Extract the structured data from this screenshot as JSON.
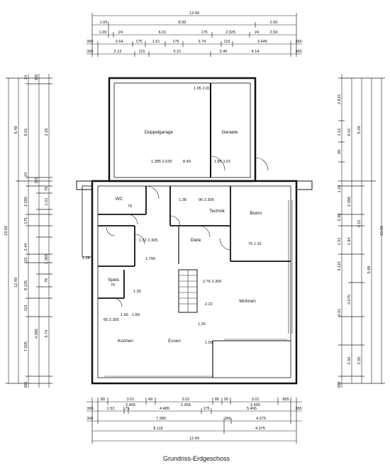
{
  "caption": "Grundriss-Erdgeschoss",
  "rooms": {
    "garage": "Doppelgarage",
    "geraete": "Geraete",
    "wc": "WC",
    "technik": "Technik",
    "buero": "Buero",
    "diele": "Diele",
    "speis": "Speis",
    "wohnen": "Wohnen",
    "kochen": "Kochen",
    "essen": "Essen"
  },
  "dims_top": {
    "r1": [
      "12.49"
    ],
    "r2": [
      "1.00",
      "8.99",
      "2.50"
    ],
    "r3": [
      "1.00",
      "24",
      "6.01",
      "175",
      "2.325",
      "24",
      "2.50"
    ],
    "r4": [
      "365",
      "2.64",
      "175",
      "1.51",
      "175",
      "3.70",
      "115",
      "3.445",
      "365"
    ],
    "r5": [
      "365",
      "2.12",
      "115",
      "5.21",
      "3.45",
      "4.14",
      "365"
    ]
  },
  "dims_bottom": {
    "r1": [
      "80",
      "3.01",
      "49",
      "3.01",
      "80",
      "50",
      "3.01",
      "865"
    ],
    "r1b": [
      "2.455",
      "2.455",
      "2.455"
    ],
    "r2": [
      "365",
      "1.52",
      "175",
      "4.485",
      "175",
      "5.465",
      "365"
    ],
    "r3": [
      "365",
      "7.385",
      "365",
      "4.375"
    ],
    "r4": [
      "8.115",
      "4.375"
    ],
    "r5": [
      "12.49"
    ]
  },
  "dims_left": {
    "total": "19.00",
    "c2": [
      "6.49",
      "12.49"
    ],
    "c3": [
      "24",
      "6.01",
      "24",
      "2.395",
      "175",
      "2.44",
      "115",
      "8.135",
      "115",
      "7.505",
      "365"
    ],
    "c4": [
      "365",
      "2.26",
      "365",
      "76",
      "1.01",
      "1.365",
      "76",
      "4.385",
      "5.74"
    ]
  },
  "dims_right": {
    "total": "19.00",
    "c1": [
      "2.615",
      "1.51",
      "99",
      "1.24",
      "2.50",
      "1.51",
      "4.115",
      "2.01",
      "365"
    ],
    "c2": [
      "6.01",
      "2.395",
      "1.94",
      "4.575",
      "2.50"
    ],
    "c3": [
      "6.49",
      "4.51",
      "9.99",
      "2.50"
    ]
  },
  "inner_labels": [
    "1.05 2.01",
    "1.385 2.035",
    "8.49",
    "1.85 1.01",
    "76",
    "1.38",
    "96 2.305",
    "1.32 2.305",
    "76 1.32",
    "1.795",
    "1.28",
    "1.35",
    "2.76 2.305",
    "2.22",
    "1.66",
    "1.89",
    "66 2.305",
    "1.09",
    "76",
    "1.26"
  ]
}
